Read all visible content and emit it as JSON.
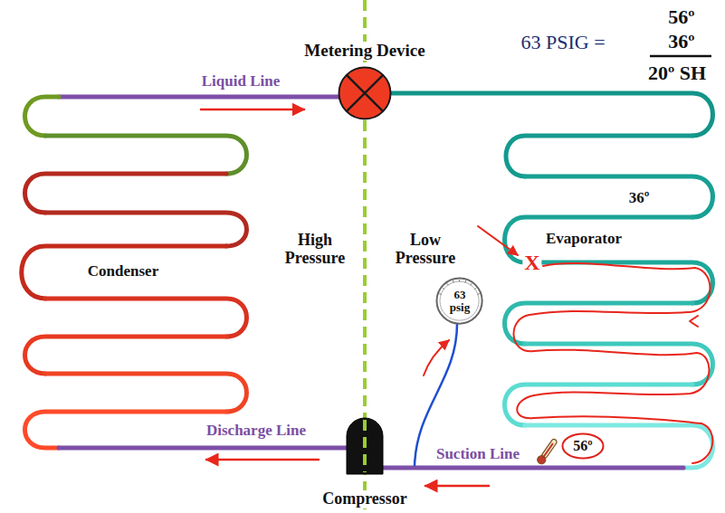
{
  "diagram": {
    "nodes": [
      {
        "text": [
          "Metering Device"
        ]
      },
      {
        "text": [
          "63 psig"
        ]
      },
      {
        "text": [
          "56º"
        ]
      },
      {
        "text": [
          "Compressor"
        ]
      }
    ],
    "labels": [
      "Liquid Line",
      "56º",
      "63 PSIG =",
      "36º",
      "20º SH",
      "36º",
      "Evaporator",
      "High Pressure",
      "Low Pressure",
      "Condenser",
      "X",
      "Discharge Line",
      "Suction Line"
    ]
  }
}
